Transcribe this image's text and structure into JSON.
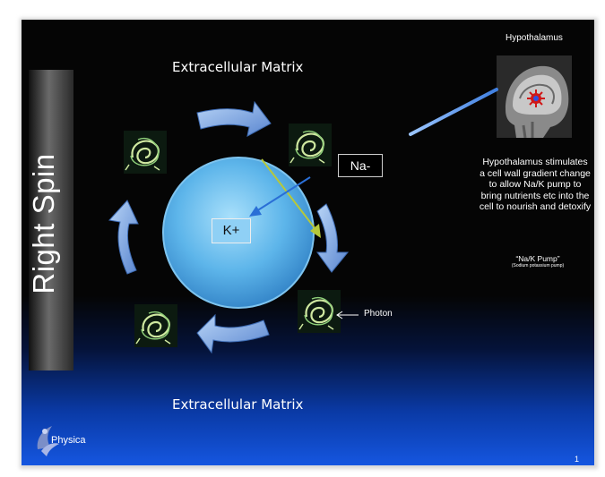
{
  "slide": {
    "side_title": "Right Spin",
    "extracellular_top": "Extracellular Matrix",
    "extracellular_bottom": "Extracellular Matrix",
    "hypothalamus_title": "Hypothalamus",
    "hypothalamus_description": "Hypothalamus stimulates a cell wall gradient change to allow Na/K pump to bring nutrients etc into the cell to nourish and detoxify",
    "pump_label": "“Na/K Pump”",
    "pump_sublabel": "(Sodium potassium pump)",
    "na_label": "Na-",
    "k_label": "K+",
    "photon_label": "Photon",
    "logo_text": "Physica",
    "page_number": "1"
  },
  "colors": {
    "cell": "#6cc0ee",
    "arrow": "#7aa6e2",
    "beam": "#7fb0ff",
    "yellow_arrow": "#b6c83a",
    "blue_arrow": "#2a6fd6"
  },
  "icons": [
    "photon-swirl-icon",
    "circular-arrow-icon",
    "brain-scan-image",
    "physica-logo-icon"
  ]
}
